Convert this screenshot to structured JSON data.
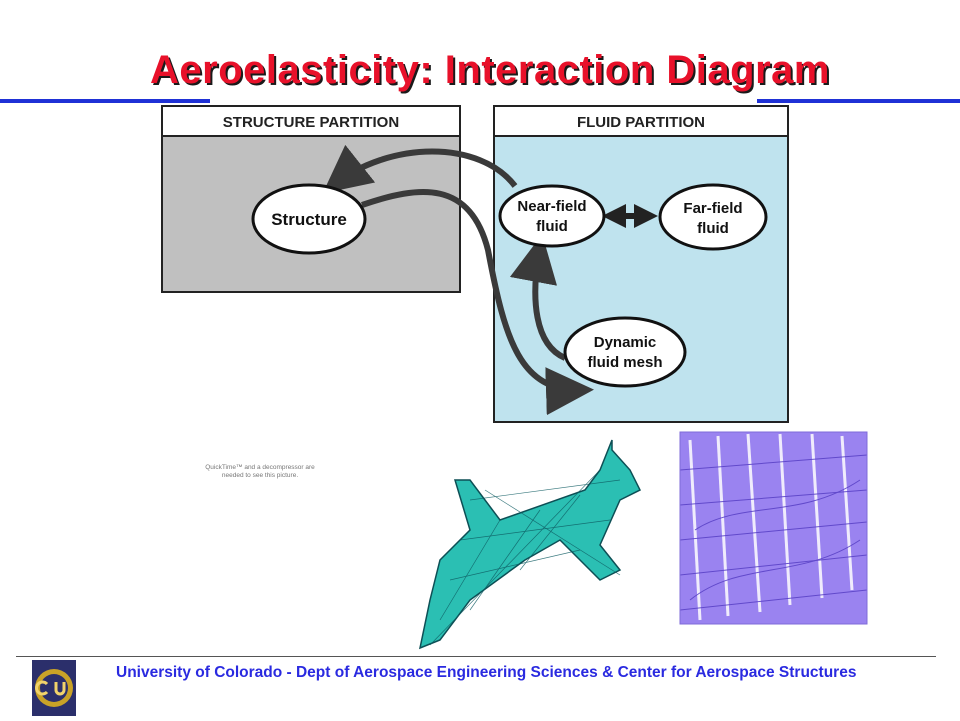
{
  "title": "Aeroelasticity: Interaction Diagram",
  "diagram": {
    "structure_partition_label": "STRUCTURE PARTITION",
    "fluid_partition_label": "FLUID PARTITION",
    "structure_node": "Structure",
    "near_field_node": [
      "Near-field",
      "fluid"
    ],
    "far_field_node": [
      "Far-field",
      "fluid"
    ],
    "dynamic_mesh_node": [
      "Dynamic",
      "fluid mesh"
    ],
    "colors": {
      "structure_bg": "#c0c0c0",
      "fluid_bg": "#bfe3ee",
      "arrow": "#3a3a3a"
    }
  },
  "placeholder_text": "QuickTime™ and a decompressor are needed to see this picture.",
  "footer_text": "University of Colorado - Dept of Aerospace Engineering Sciences & Center for Aerospace Structures",
  "colors": {
    "title": "#e8112a",
    "rule": "#1f31d6",
    "footer": "#2a2ae0"
  }
}
